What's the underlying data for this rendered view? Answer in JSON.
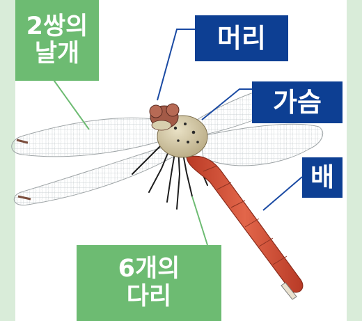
{
  "labels": {
    "wings": "2쌍의\n날개",
    "head": "머리",
    "thorax": "가슴",
    "abdomen": "배",
    "legs": "6개의\n다리"
  },
  "colors": {
    "green_label": "#6dbb72",
    "blue_label": "#0d3f93",
    "frame_strip": "#d9ecd9",
    "abdomen": "#d9563b",
    "pointer_line_green": "#6dbb72",
    "pointer_line_blue": "#1a4aa3"
  }
}
